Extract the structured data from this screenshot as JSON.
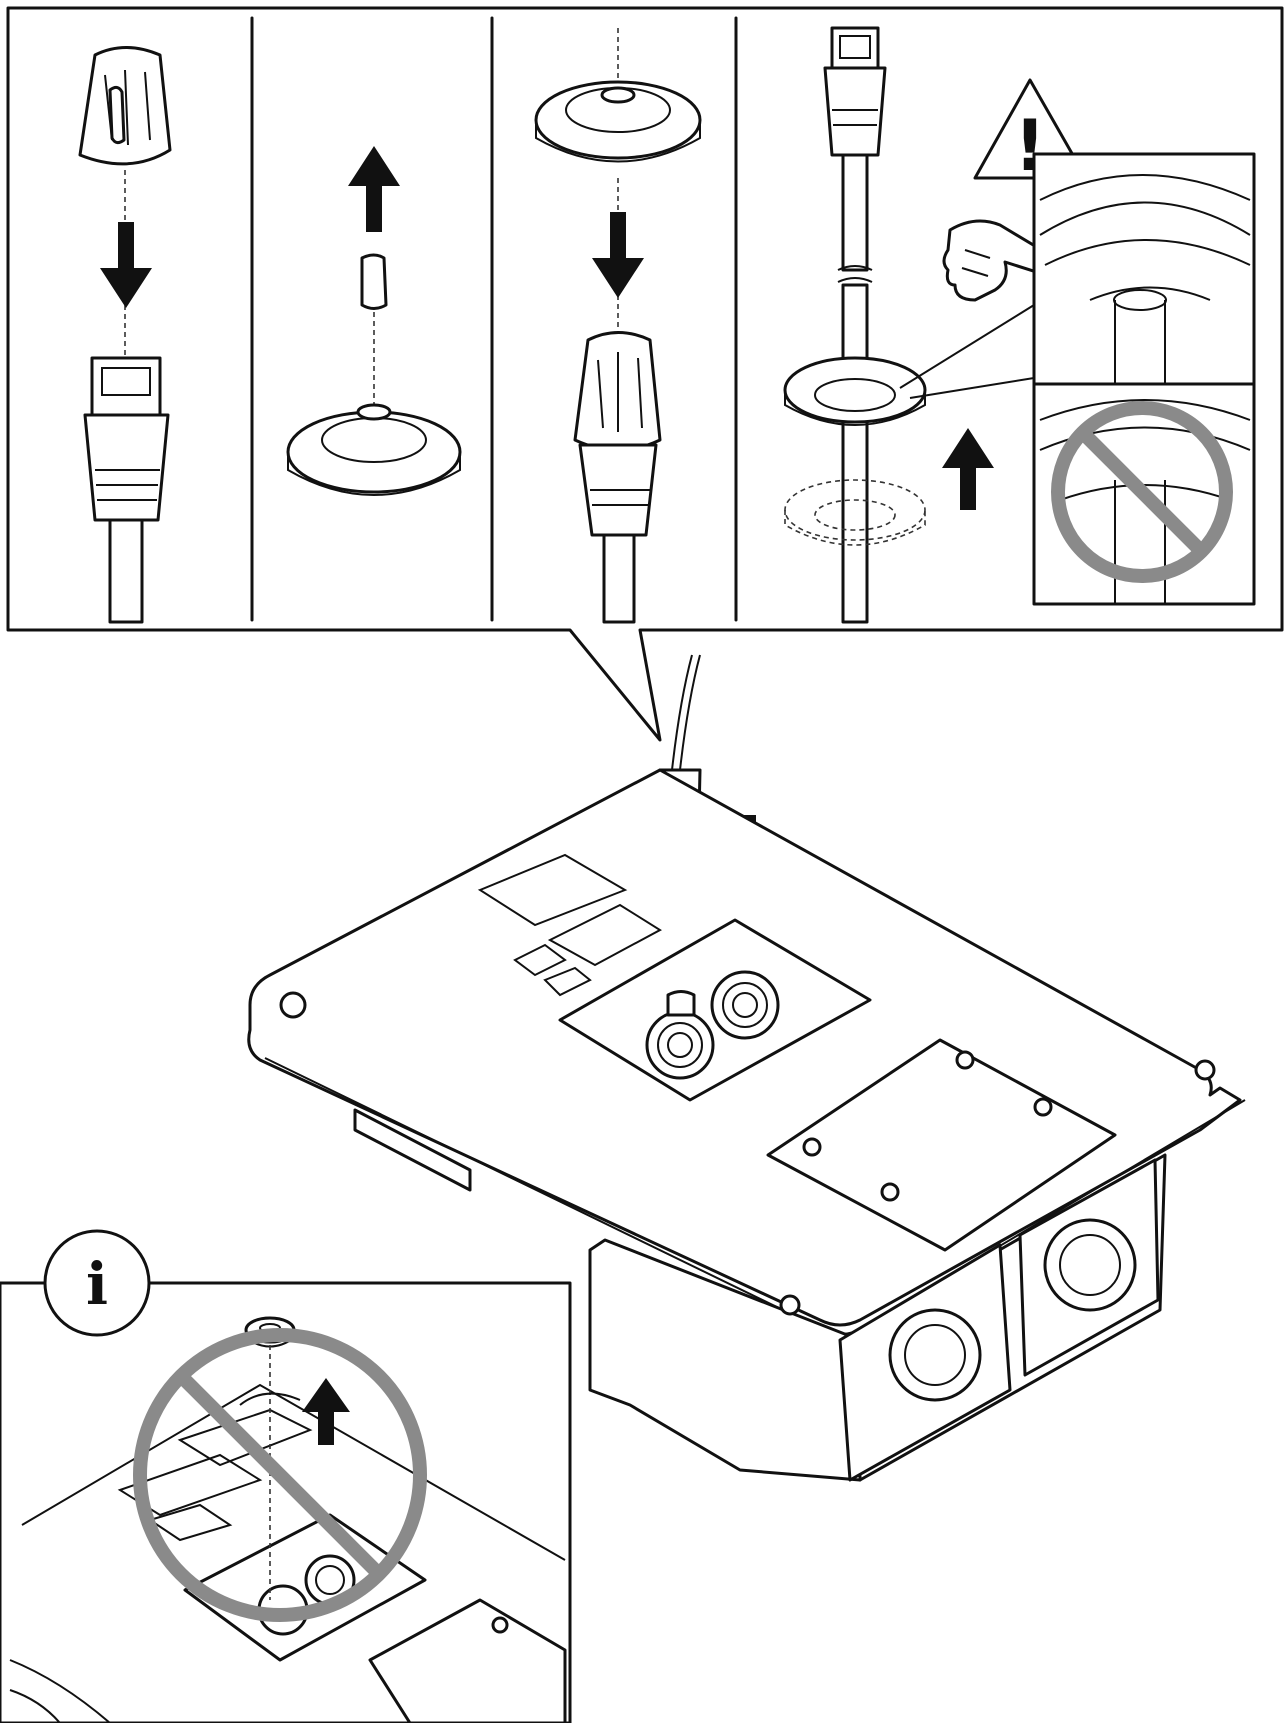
{
  "diagram": {
    "steps": [
      {
        "id": "step-1",
        "icon": "snap-in-clip-onto-plug-icon"
      },
      {
        "id": "step-2",
        "icon": "remove-plug-from-grommet-icon"
      },
      {
        "id": "step-3",
        "icon": "press-grommet-onto-clip-icon"
      },
      {
        "id": "step-4",
        "icon": "slide-grommet-up-cable-icon"
      }
    ],
    "warning_symbol": "!",
    "info_symbol": "i",
    "icons": {
      "warning": "warning-triangle-icon",
      "info": "info-circle-icon",
      "prohibit": "prohibition-circle-icon",
      "pointing_hand": "pointing-hand-icon"
    },
    "colors": {
      "line": "#111111",
      "prohibit": "#8a8a8a",
      "background": "#ffffff"
    }
  }
}
